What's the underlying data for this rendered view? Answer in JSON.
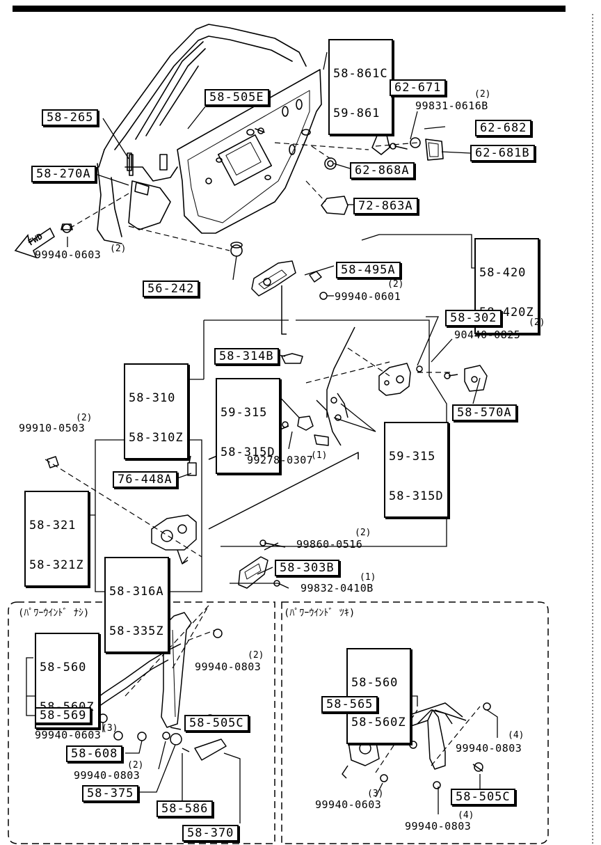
{
  "parts": {
    "p58_861c": [
      "58-861C",
      "59-861"
    ],
    "p62_671": "62-671",
    "p99831": {
      "code": "99831-0616B",
      "qty": "(2)"
    },
    "p58_505e": "58-505E",
    "p58_265": "58-265",
    "p62_682": "62-682",
    "p62_681b": "62-681B",
    "p58_270a": "58-270A",
    "p62_868a": "62-868A",
    "p72_863a": "72-863A",
    "p99940_0603_top": {
      "code": "99940-0603",
      "qty": "(2)"
    },
    "p56_242": "56-242",
    "p58_420": [
      "58-420",
      "58-420Z"
    ],
    "p58_495a": "58-495A",
    "p99940_0601": {
      "code": "99940-0601",
      "qty": "(2)"
    },
    "p58_302": "58-302",
    "p90440": {
      "code": "90440-0825",
      "qty": "(2)"
    },
    "p58_314b": "58-314B",
    "p58_310": [
      "58-310",
      "58-310Z"
    ],
    "p59_315_a": [
      "59-315",
      "58-315D"
    ],
    "p58_570a": "58-570A",
    "p59_315_b": [
      "59-315",
      "58-315D"
    ],
    "p99910": {
      "code": "99910-0503",
      "qty": "(2)"
    },
    "p99278": {
      "code": "99278-0307",
      "qty": "(1)"
    },
    "p76_448a": "76-448A",
    "p58_321": [
      "58-321",
      "58-321Z"
    ],
    "p99860": {
      "code": "99860-0516",
      "qty": "(2)"
    },
    "p58_316a": [
      "58-316A",
      "58-335Z"
    ],
    "p58_303b": "58-303B",
    "p99832": {
      "code": "99832-0410B",
      "qty": "(1)"
    }
  },
  "sections": {
    "left_title": "(ﾊﾟﾜｰｳｲﾝﾄﾞ ﾅｼ)",
    "right_title": "(ﾊﾟﾜｰｳｲﾝﾄﾞ ﾂｷ)"
  },
  "left": {
    "p58_560": [
      "58-560",
      "58-560Z"
    ],
    "p58_569": "58-569",
    "p99940_0803": {
      "code": "99940-0803",
      "qty": "(2)"
    },
    "p99940_0603": {
      "code": "99940-0603",
      "qty": "(3)"
    },
    "p58_505c": "58-505C",
    "p58_608": "58-608",
    "p99940_0803b": {
      "code": "99940-0803",
      "qty": "(2)"
    },
    "p58_375": "58-375",
    "p58_586": "58-586",
    "p58_370": "58-370"
  },
  "right": {
    "p58_560": [
      "58-560",
      "58-560Z"
    ],
    "p58_565": "58-565",
    "p99940_0803": {
      "code": "99940-0803",
      "qty": "(4)"
    },
    "p58_505c": "58-505C",
    "p99940_0603": {
      "code": "99940-0603",
      "qty": "(3)"
    },
    "p99940_0803b": {
      "code": "99940-0803",
      "qty": "(4)"
    }
  },
  "fwd_label": "FWD"
}
